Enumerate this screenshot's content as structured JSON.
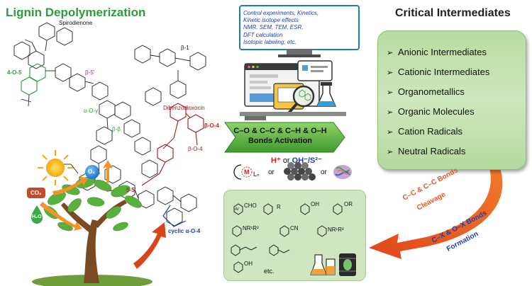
{
  "title_left": "Lignin Depolymerization",
  "title_right": "Critical Intermediates",
  "monitor_lines": [
    "Control experiments, Kinetics,",
    "Kinetic isotope effects",
    "NMR, SEM, TEM, ESR,",
    "DFT calculation",
    "Isotopic labeling, etc."
  ],
  "intermediates": [
    "Anionic Intermediates",
    "Cationic Intermediates",
    "Organometallics",
    "Organic Molecules",
    "Cation Radicals",
    "Neutral Radicals"
  ],
  "bond_activation": {
    "line1": "C–O & C–C & C–H & O–H",
    "line2": "Bonds Activation"
  },
  "catalysts": {
    "h_plus": "H⁺",
    "or1": "or",
    "oh_s": "OH⁻/S²⁻",
    "or2": "or",
    "or3": "or",
    "metal_ligand": "M",
    "ln": "Lₙ"
  },
  "structure_labels": {
    "spirodienone": "Spirodienone",
    "dibenzodioxocin": "Dibenzodioxocin",
    "four_o_five": "4-O-5",
    "beta_one": "β-1",
    "beta_five": "β-5'",
    "alpha_o_gamma": "α-O-γ",
    "beta_beta": "β-β",
    "beta_o_four_a": "β-O-4",
    "beta_o_four_b": "β-O-4",
    "five_five": "5-5'",
    "cyclic_alpha_o_four": "cyclic α-O-4"
  },
  "nature": {
    "co2": "CO₂",
    "h2o": "H₂O",
    "o2": "O₂"
  },
  "products": {
    "cho": "CHO",
    "r": "R",
    "oh_acid": "OH",
    "or_ester": "OR",
    "ar": "Ar",
    "nr1r2_amide": "NR¹R²",
    "cn": "CN",
    "nr1r2_amine": "NR¹R²",
    "phenol": "OH",
    "etc": "etc."
  },
  "cleavage": {
    "line1": "C–C & C–C Bonds",
    "line2": "Cleavage",
    "line3": "C–X & O–X Bonds",
    "line4": "Formation"
  },
  "colors": {
    "title_green": "#2e9b3c",
    "panel_green": "#cfe8bf",
    "arrow_orange": "#e8541f",
    "monitor_blue": "#1d3fb0",
    "bond_green": "#4caf3a"
  }
}
